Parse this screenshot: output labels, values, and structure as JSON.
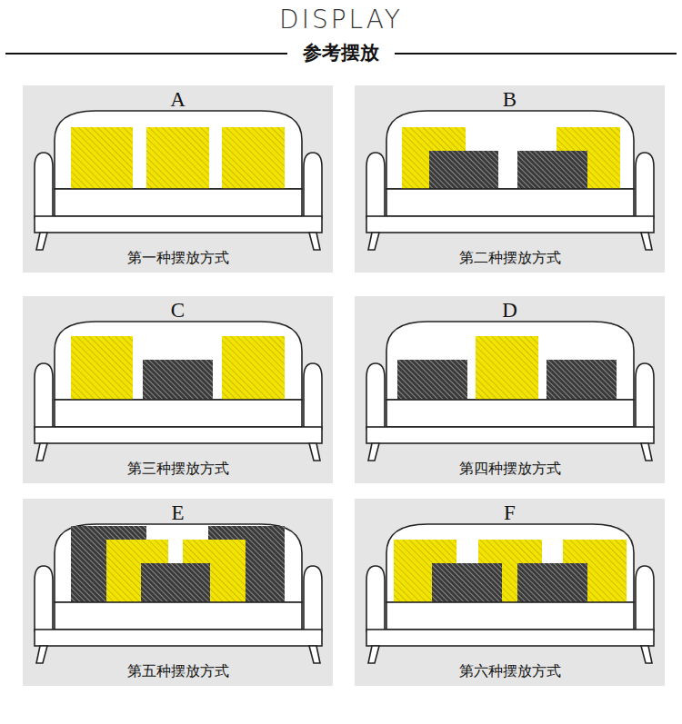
{
  "diagram": {
    "title": "DISPLAY",
    "nodes": [
      {
        "text": [
          "A",
          "第一种摆放方式"
        ]
      },
      {
        "text": [
          "B",
          "第二种摆放方式"
        ]
      },
      {
        "text": [
          "C",
          "第三种摆放方式"
        ]
      },
      {
        "text": [
          "D",
          "第四种摆放方式"
        ]
      },
      {
        "text": [
          "E",
          "第五种摆放方式"
        ]
      },
      {
        "text": [
          "F",
          "第六种摆放方式"
        ]
      }
    ],
    "labels": [
      "参考摆放"
    ]
  }
}
